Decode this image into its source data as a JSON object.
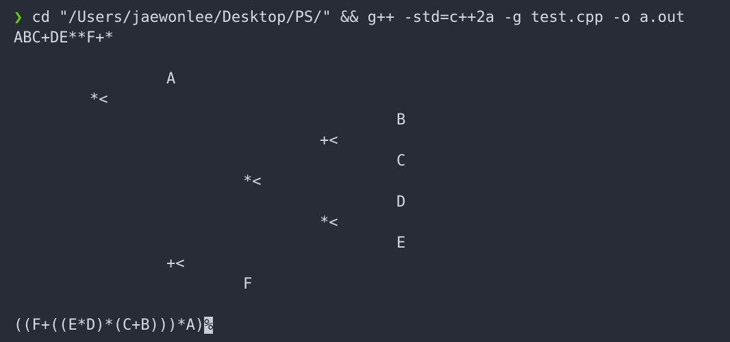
{
  "terminal": {
    "prompt_symbol": "❯",
    "command": " cd \"/Users/jaewonlee/Desktop/PS/\" && g++ -std=c++2a -g test.cpp -o a.out",
    "postfix_output": "ABC+DE**F+*",
    "tree": [
      {
        "text": "A"
      },
      {
        "text": "*<"
      },
      {
        "text": "B"
      },
      {
        "text": "+<"
      },
      {
        "text": "C"
      },
      {
        "text": "*<"
      },
      {
        "text": "D"
      },
      {
        "text": "*<"
      },
      {
        "text": "E"
      },
      {
        "text": "+<"
      },
      {
        "text": "F"
      }
    ],
    "infix_output": "((F+((E*D)*(C+B)))*A)",
    "end_marker": "%"
  }
}
